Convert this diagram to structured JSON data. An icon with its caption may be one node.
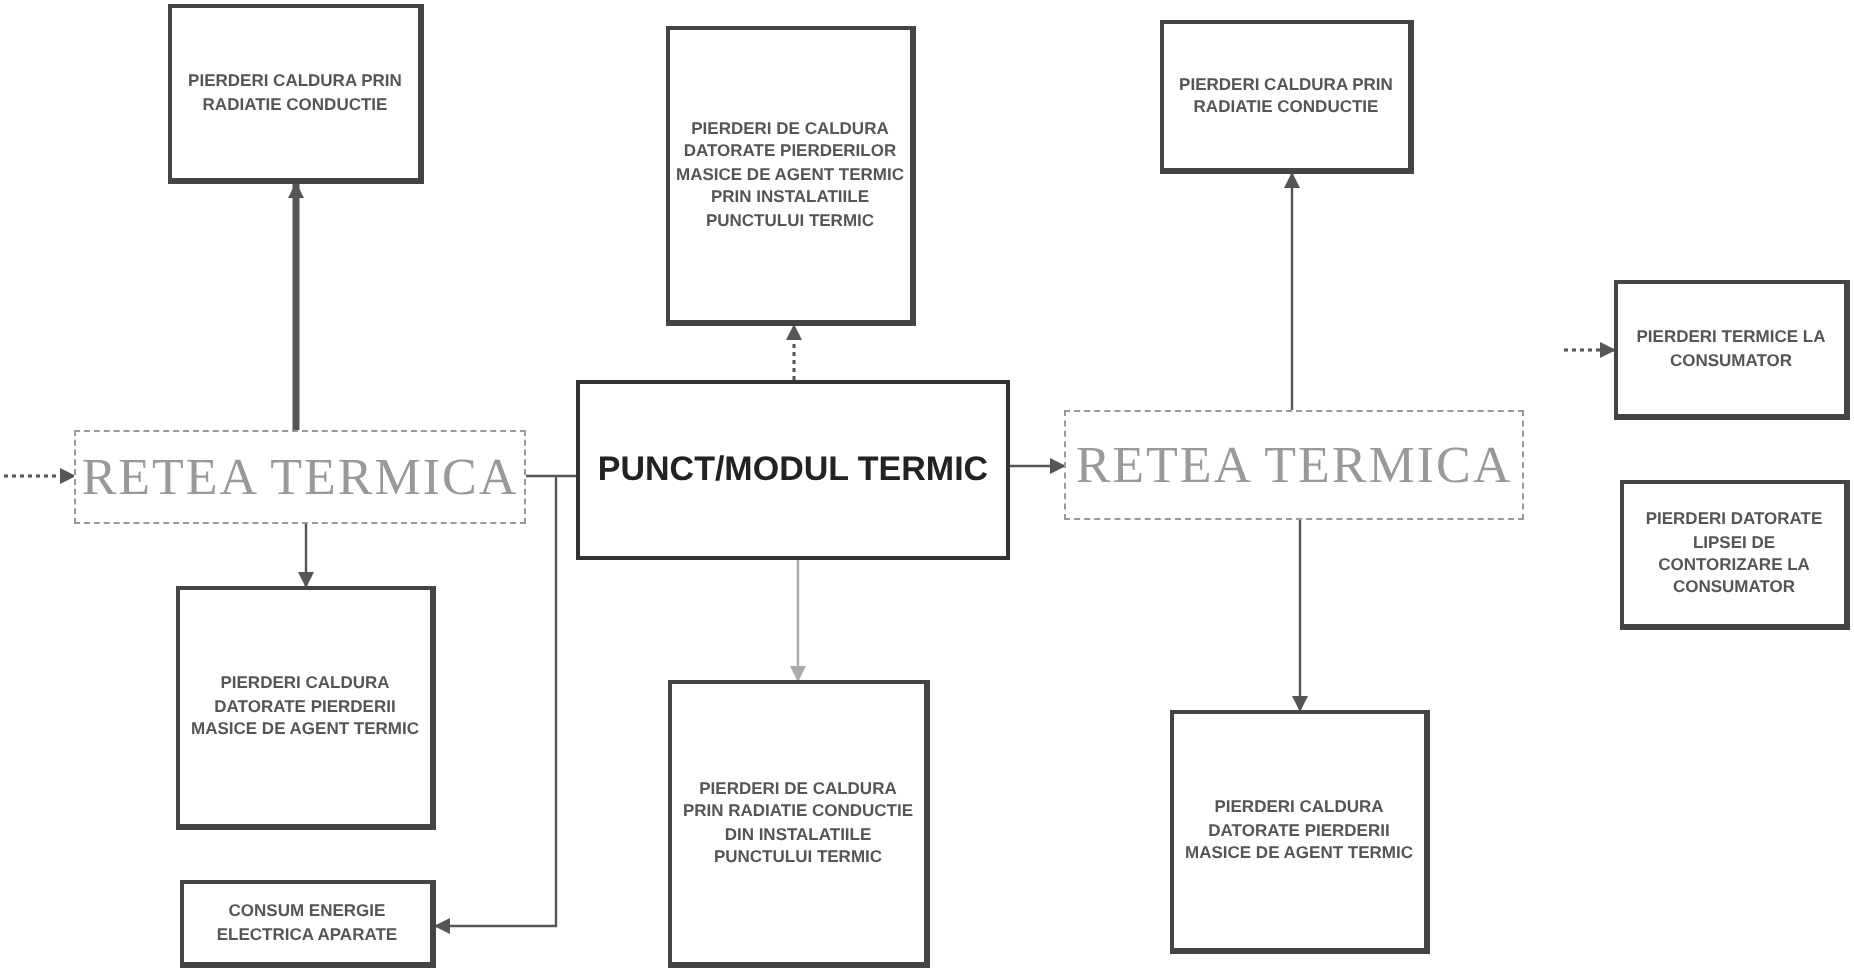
{
  "diagram": {
    "nodes": [
      {
        "text": [
          "PIERDERI CALDURA PRIN RADIATIE CONDUCTIE"
        ]
      },
      {
        "text": [
          "PIERDERI DE CALDURA DATORATE PIERDERILOR MASICE DE AGENT TERMIC PRIN INSTALATIILE PUNCTULUI TERMIC"
        ]
      },
      {
        "text": [
          "PIERDERI CALDURA PRIN RADIATIE CONDUCTIE"
        ]
      },
      {
        "text": [
          "RETEA TERMICA"
        ]
      },
      {
        "text": [
          "PUNCT/MODUL TERMIC"
        ]
      },
      {
        "text": [
          "RETEA TERMICA"
        ]
      },
      {
        "text": [
          "PIERDERI TERMICE LA CONSUMATOR"
        ]
      },
      {
        "text": [
          "PIERDERI DATORATE LIPSEI DE CONTORIZARE LA CONSUMATOR"
        ]
      },
      {
        "text": [
          "PIERDERI CALDURA DATORATE PIERDERII MASICE DE AGENT TERMIC"
        ]
      },
      {
        "text": [
          "PIERDERI DE CALDURA PRIN RADIATIE CONDUCTIE DIN INSTALATIILE PUNCTULUI TERMIC"
        ]
      },
      {
        "text": [
          "PIERDERI CALDURA DATORATE PIERDERII MASICE DE AGENT TERMIC"
        ]
      },
      {
        "text": [
          "CONSUM ENERGIE ELECTRICA APARATE"
        ]
      }
    ],
    "edges": [
      {
        "from": 3,
        "to": 0,
        "arrow": "to",
        "style": "thick"
      },
      {
        "from": 3,
        "to": 8,
        "arrow": "to"
      },
      {
        "from": 3,
        "to": 4,
        "arrow": "none"
      },
      {
        "from": 4,
        "to": 1,
        "arrow": "to",
        "style": "dashed"
      },
      {
        "from": 4,
        "to": 9,
        "arrow": "to",
        "color": "#aaaaaa"
      },
      {
        "from": 4,
        "to": 5,
        "arrow": "to"
      },
      {
        "from": 5,
        "to": 2,
        "arrow": "to"
      },
      {
        "from": 5,
        "to": 10,
        "arrow": "to"
      },
      {
        "from": 4,
        "to": 11,
        "arrow": "to"
      },
      {
        "from": null,
        "to": 3,
        "arrow": "to",
        "style": "dashed"
      },
      {
        "from": null,
        "to": 6,
        "arrow": "to",
        "style": "dashed"
      }
    ]
  }
}
